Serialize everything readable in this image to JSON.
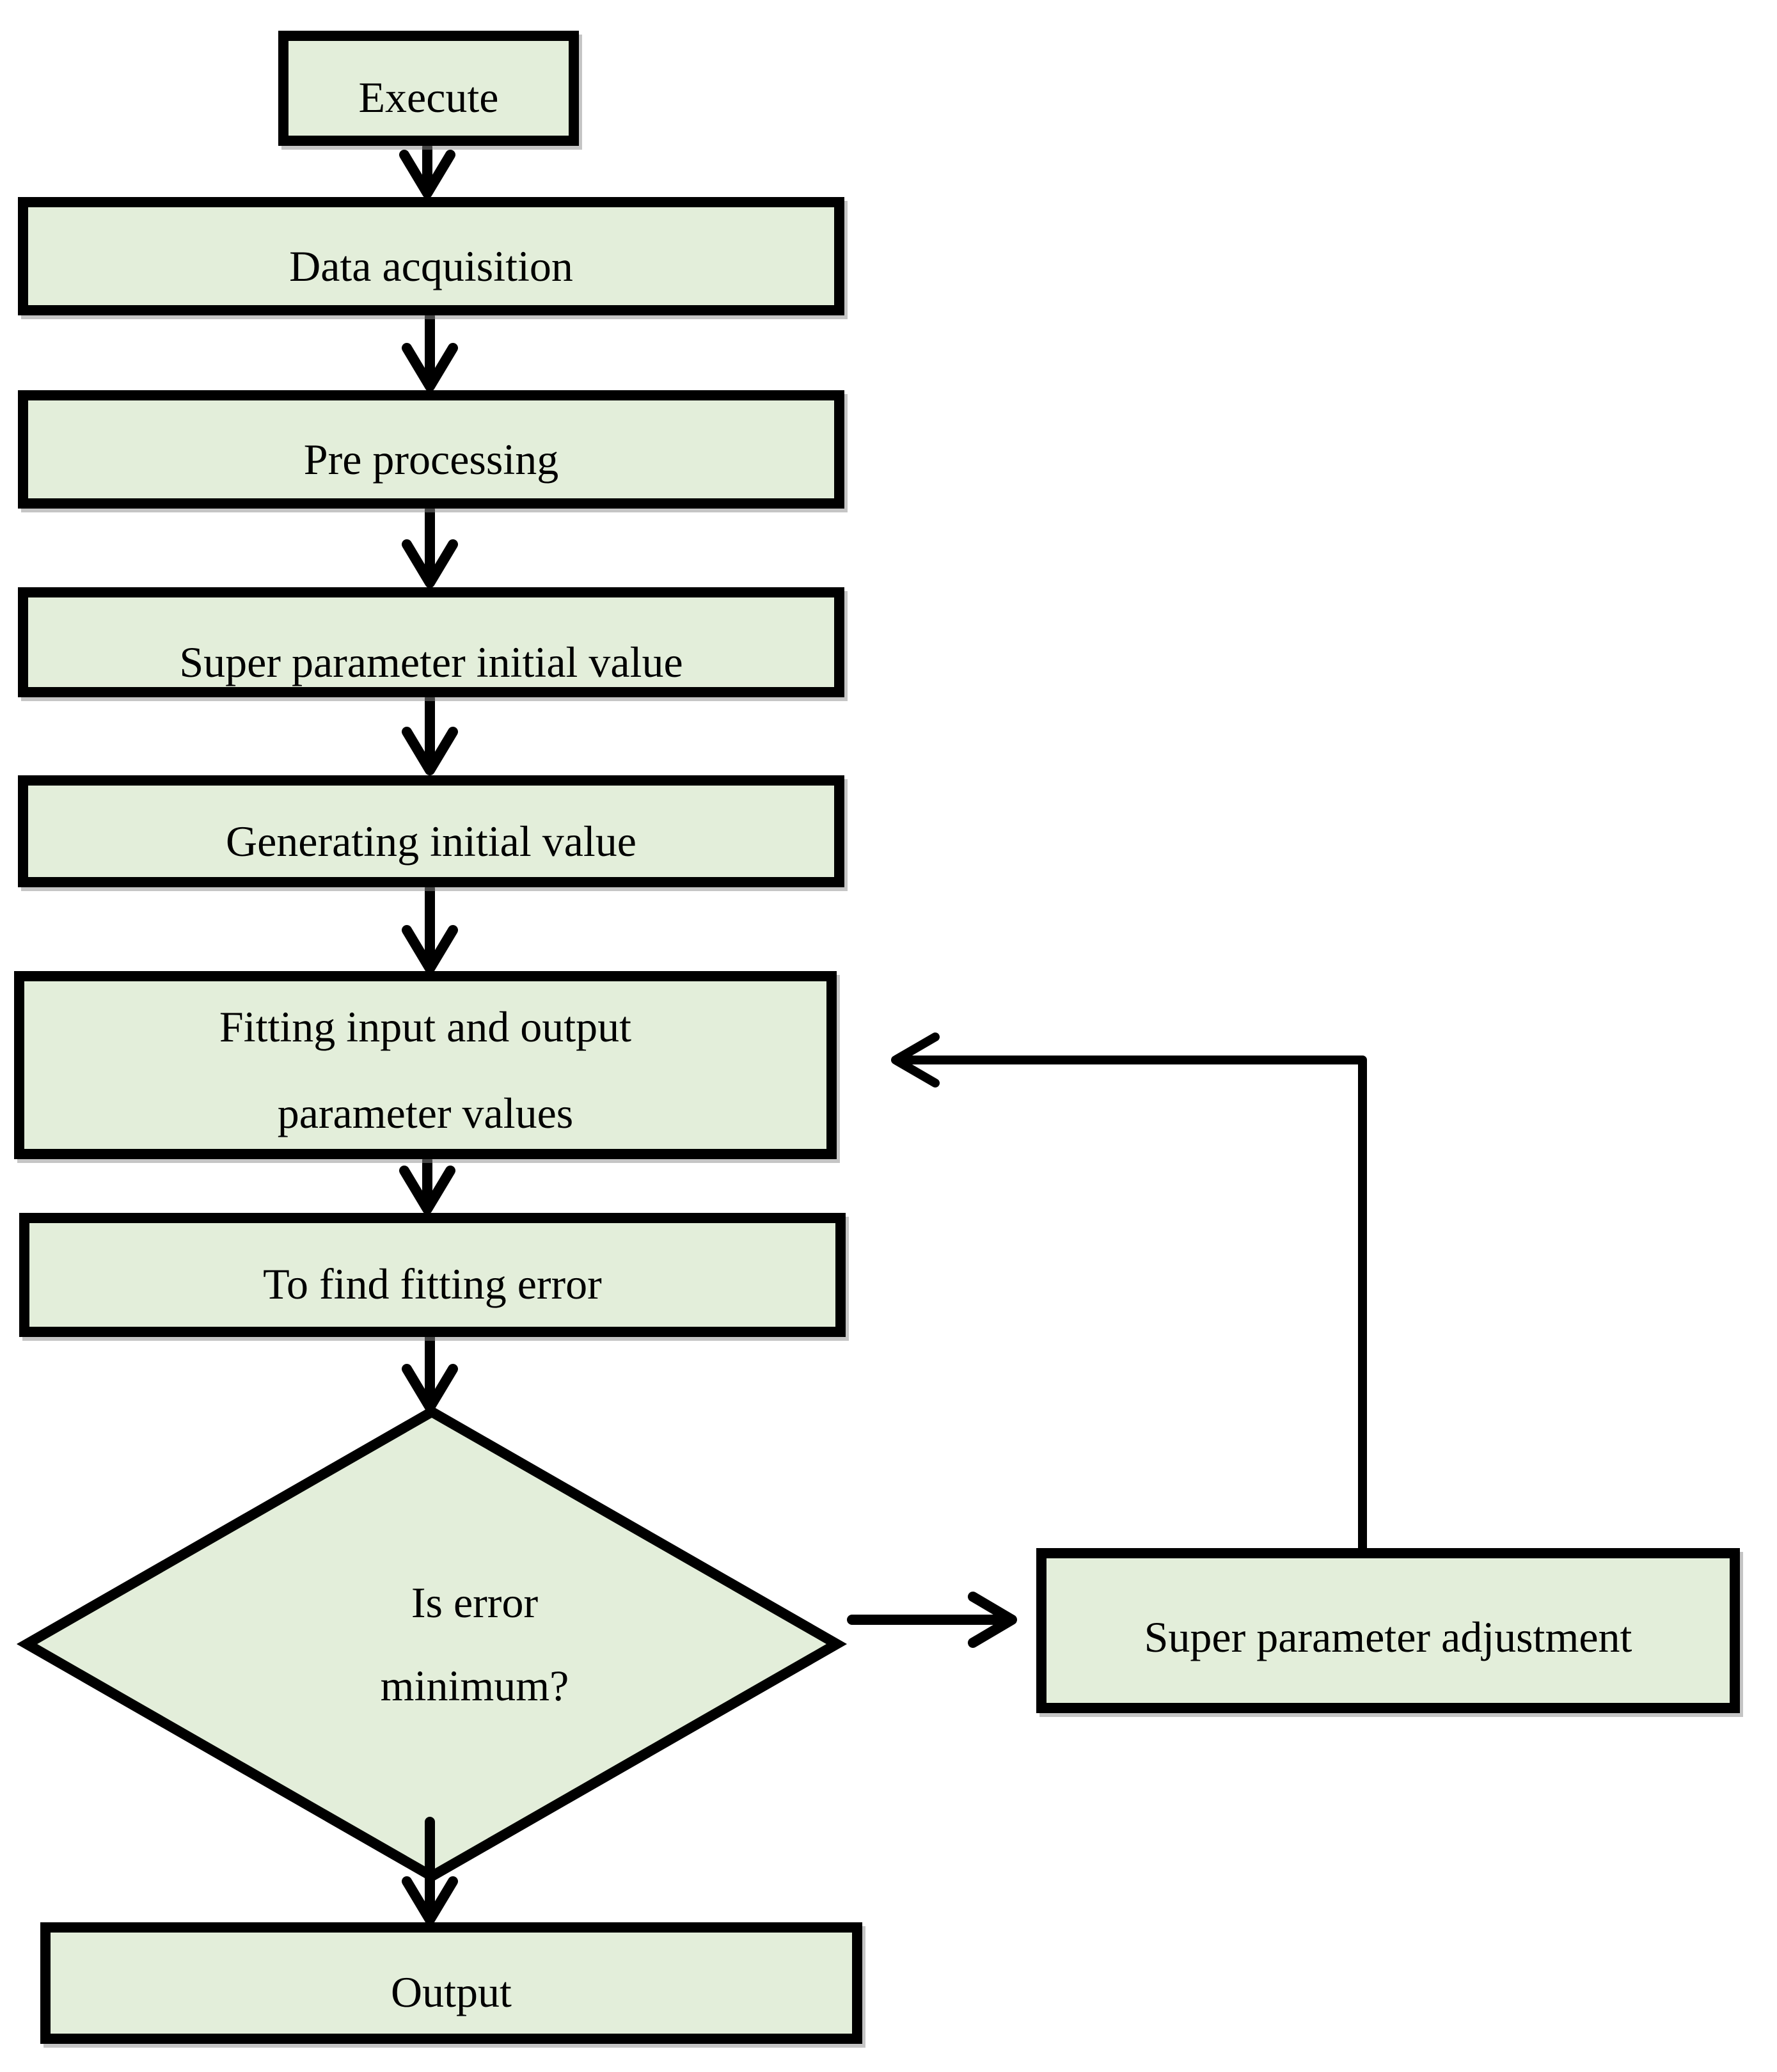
{
  "diagram": {
    "type": "flowchart",
    "nodes": {
      "execute": {
        "label": "Execute",
        "shape": "rect"
      },
      "data_acquisition": {
        "label": "Data acquisition",
        "shape": "rect"
      },
      "pre_processing": {
        "label": "Pre processing",
        "shape": "rect"
      },
      "super_parameter_initial_value": {
        "label": "Super parameter initial value",
        "shape": "rect"
      },
      "generating_initial_value": {
        "label": "Generating initial value",
        "shape": "rect"
      },
      "fitting": {
        "line1": "Fitting input and output",
        "line2": "parameter values",
        "shape": "rect"
      },
      "to_find_fitting_error": {
        "label": "To find fitting error",
        "shape": "rect"
      },
      "decision": {
        "line1": "Is error",
        "line2": "minimum?",
        "shape": "diamond"
      },
      "output": {
        "label": "Output",
        "shape": "rect"
      },
      "super_parameter_adjustment": {
        "label": "Super parameter adjustment",
        "shape": "rect"
      }
    },
    "edges": [
      {
        "from": "execute",
        "to": "data_acquisition"
      },
      {
        "from": "data_acquisition",
        "to": "pre_processing"
      },
      {
        "from": "pre_processing",
        "to": "super_parameter_initial_value"
      },
      {
        "from": "super_parameter_initial_value",
        "to": "generating_initial_value"
      },
      {
        "from": "generating_initial_value",
        "to": "fitting"
      },
      {
        "from": "fitting",
        "to": "to_find_fitting_error"
      },
      {
        "from": "to_find_fitting_error",
        "to": "decision"
      },
      {
        "from": "decision",
        "to": "output"
      },
      {
        "from": "decision",
        "to": "super_parameter_adjustment"
      },
      {
        "from": "super_parameter_adjustment",
        "to": "fitting"
      }
    ],
    "colors": {
      "node_fill": "#e3eeda",
      "node_border": "#000000",
      "arrow": "#000000",
      "background": "#ffffff"
    }
  }
}
